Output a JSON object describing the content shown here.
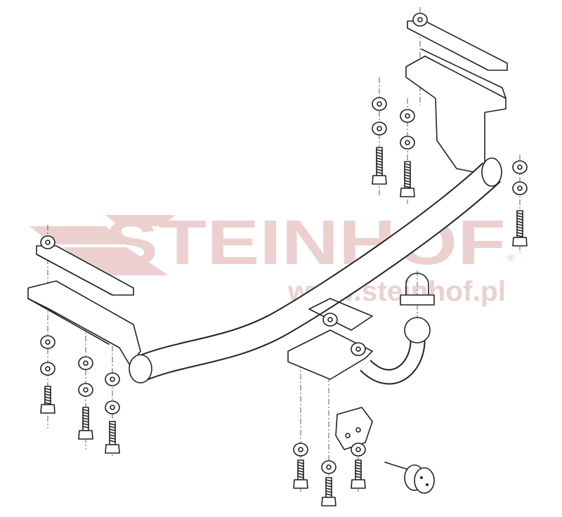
{
  "watermark": {
    "brand": "STEINHOF",
    "registered": "®",
    "url": "www.steinhof.pl",
    "color": "#ecd0d0"
  },
  "drawing": {
    "line_color": "#222222",
    "parts": [
      "tow-bar-tube",
      "left-mounting-bracket",
      "right-mounting-bracket",
      "left-strap-plate",
      "right-strap-plate",
      "tow-ball",
      "ball-neck",
      "ball-mounting-plate",
      "socket-plate",
      "electrical-socket",
      "bolt-sets"
    ]
  }
}
